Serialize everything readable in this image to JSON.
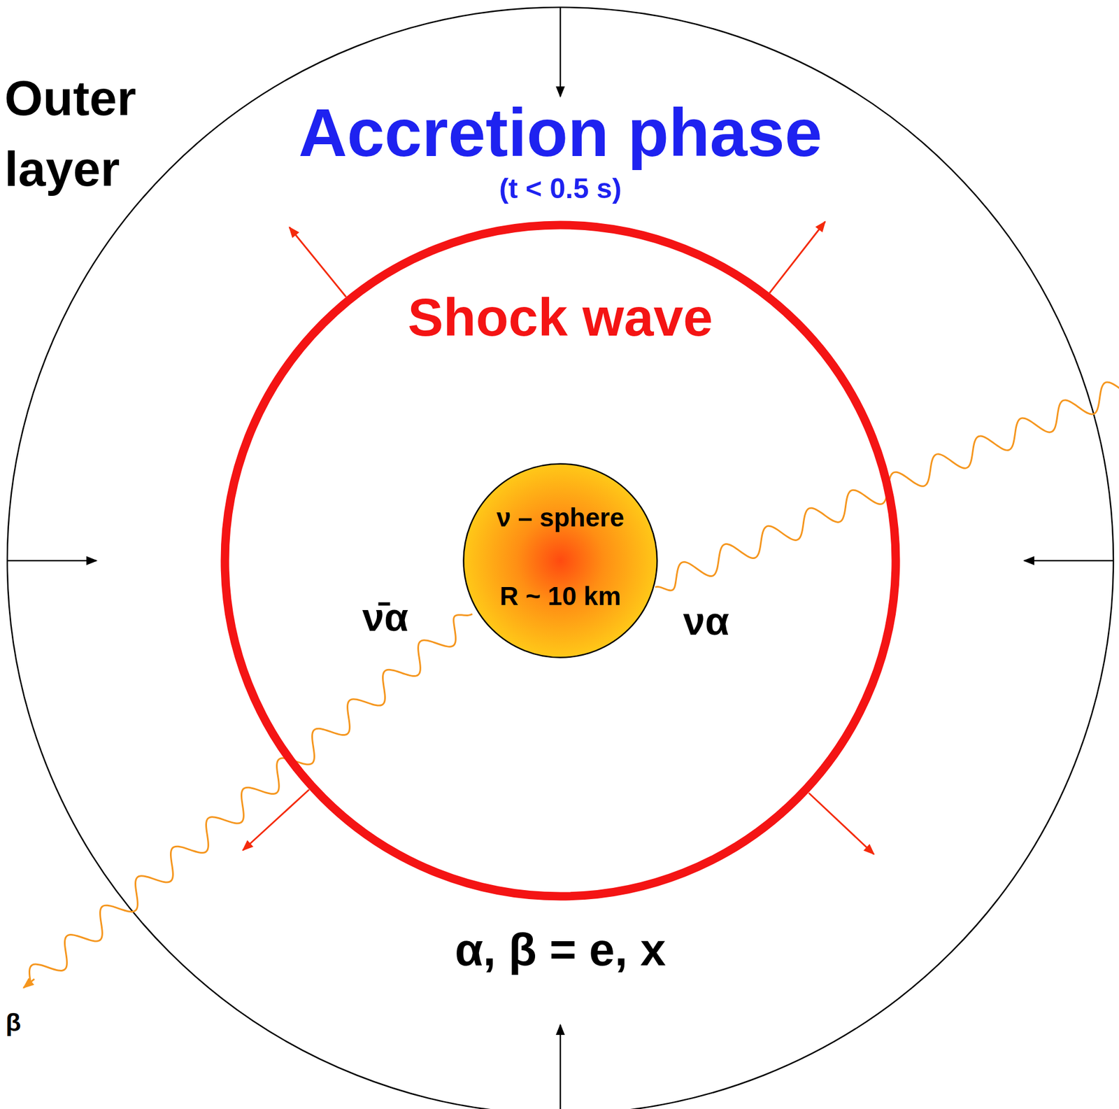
{
  "diagram": {
    "title": "Accretion phase",
    "nodes": [
      {
        "text": [
          "Shock wave"
        ]
      },
      {
        "text": [
          "ν – sphere",
          "R ~ 10 km"
        ],
        "in": 0
      }
    ],
    "labels": [
      "(t < 0.5 s)",
      "Outer layer",
      "ν̄α",
      "να",
      "α, β = e, x",
      "β"
    ]
  }
}
